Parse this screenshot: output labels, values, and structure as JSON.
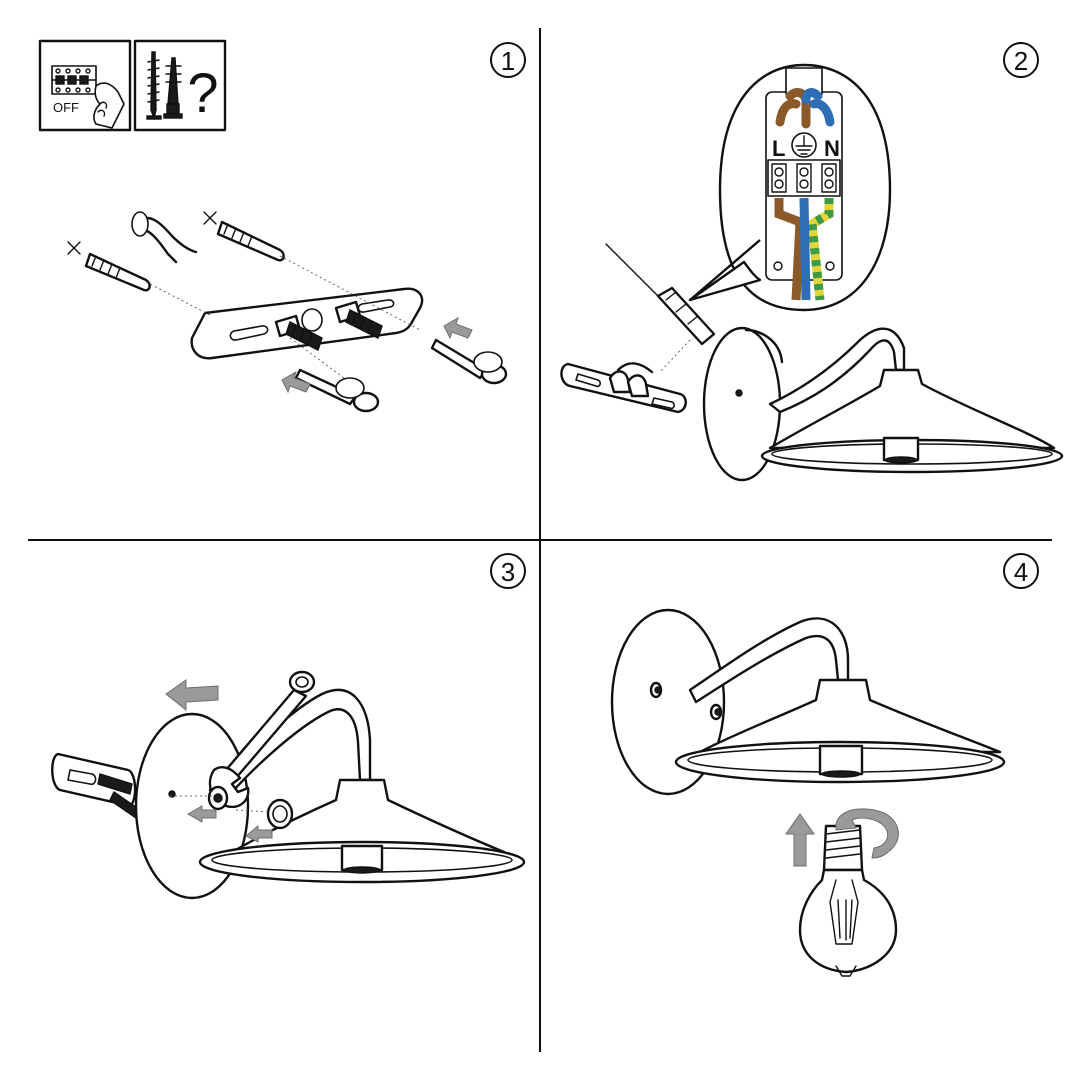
{
  "steps": [
    {
      "number": "1"
    },
    {
      "number": "2"
    },
    {
      "number": "3"
    },
    {
      "number": "4"
    }
  ],
  "step1": {
    "breaker_label": "OFF",
    "question_mark": "?",
    "icons": [
      "circuit-breaker-off-icon",
      "screw-and-plug-icon",
      "drill-bit-icon"
    ]
  },
  "step2": {
    "terminal_labels": {
      "live": "L",
      "neutral": "N"
    },
    "wire_colors": {
      "live": "#8b5a2b",
      "neutral": "#2f6db5",
      "earth_green": "#3f9a45",
      "earth_yellow": "#e3d43a"
    }
  },
  "colors": {
    "line": "#111111",
    "arrow": "#9a9a9a",
    "background": "#ffffff"
  }
}
